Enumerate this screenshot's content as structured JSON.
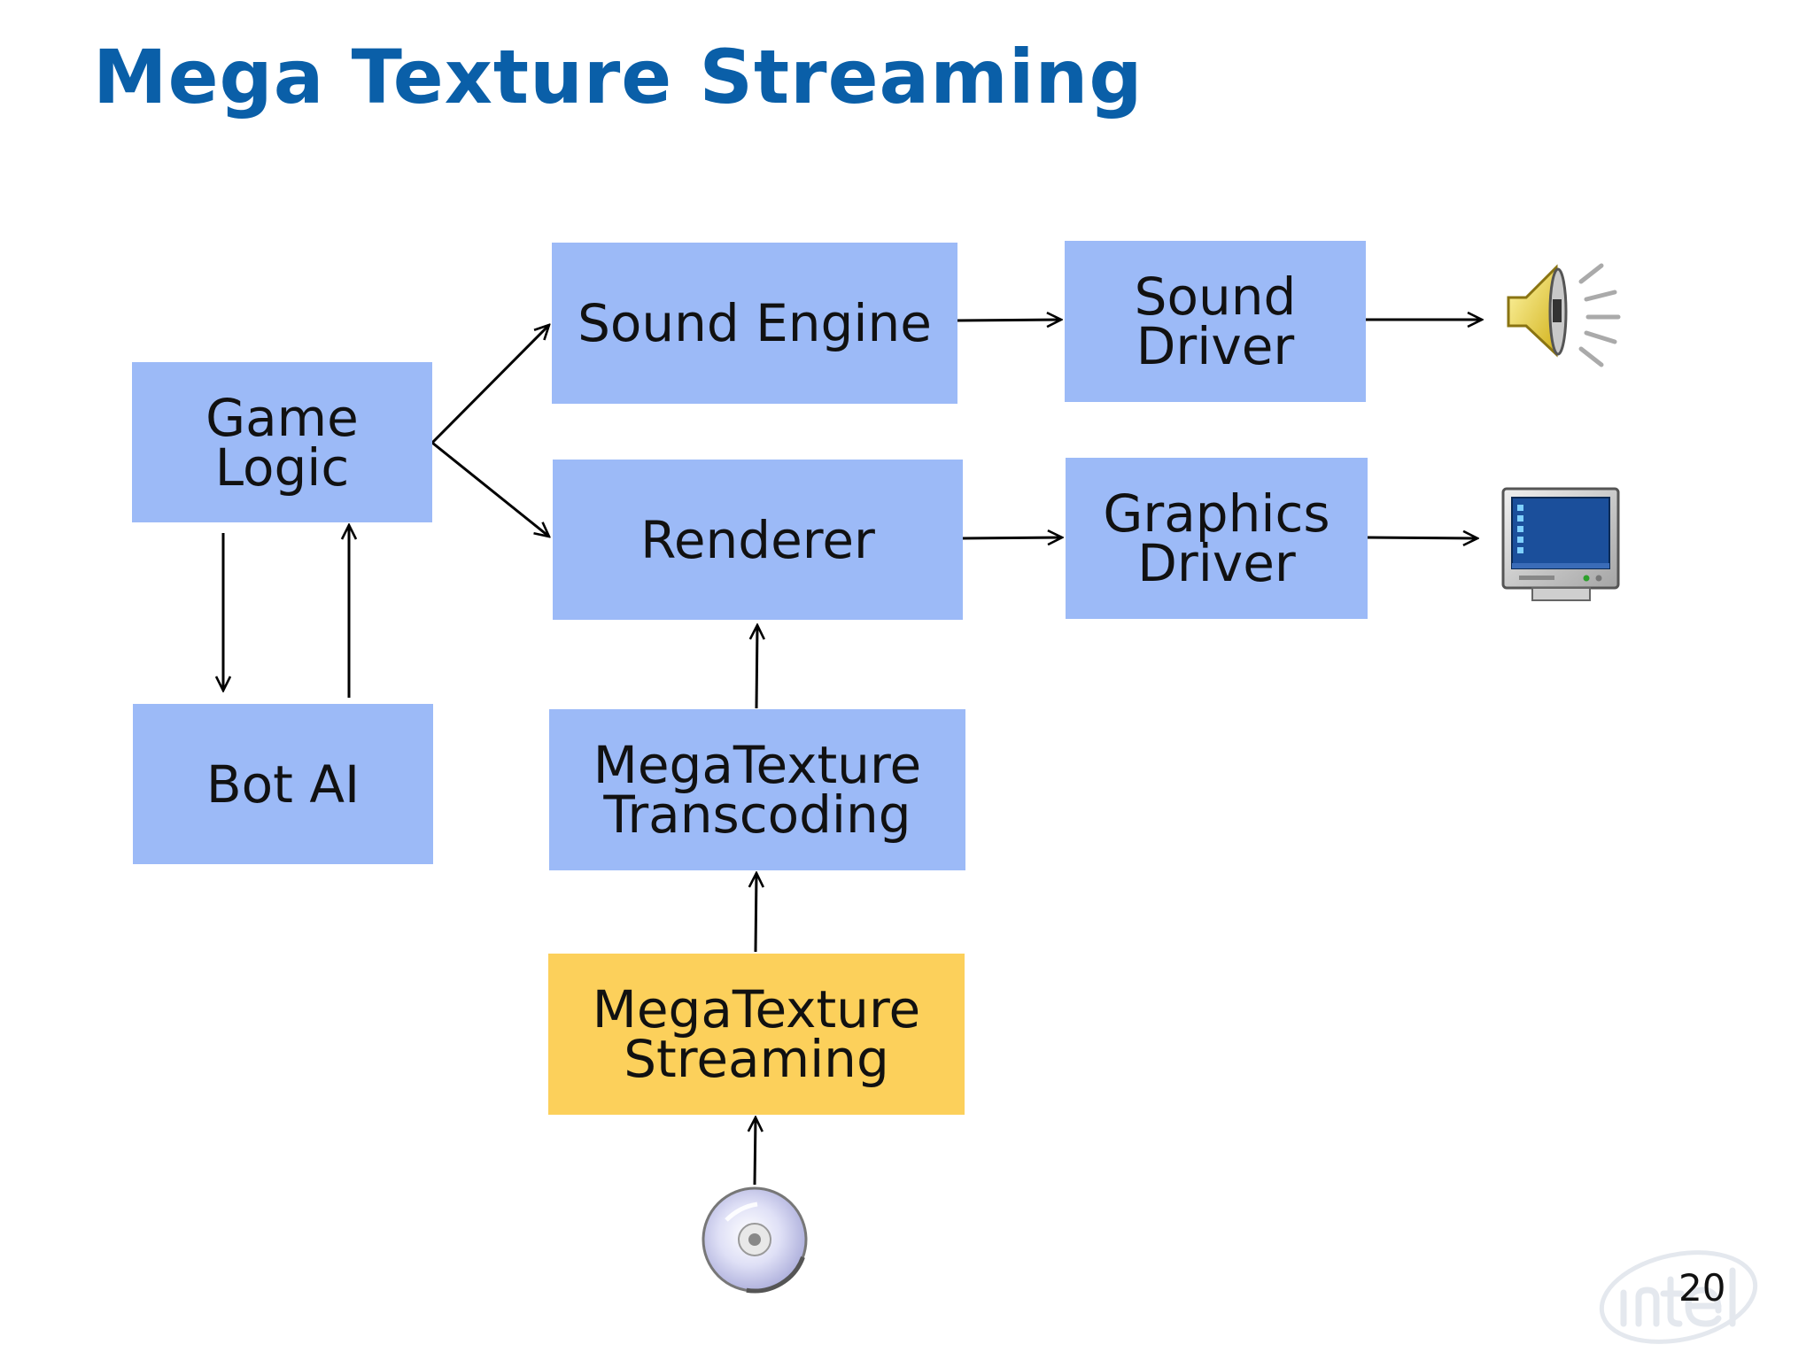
{
  "title": "Mega Texture Streaming",
  "page_number": "20",
  "colors": {
    "title": "#0a5fa8",
    "box_blue": "#9cbaf7",
    "box_gold": "#fcd05b",
    "arrow": "#000000"
  },
  "nodes": {
    "sound_engine": {
      "line1": "Sound Engine"
    },
    "sound_driver": {
      "line1": "Sound",
      "line2": "Driver"
    },
    "game_logic": {
      "line1": "Game",
      "line2": "Logic"
    },
    "renderer": {
      "line1": "Renderer"
    },
    "graphics_driver": {
      "line1": "Graphics",
      "line2": "Driver"
    },
    "bot_ai": {
      "line1": "Bot AI"
    },
    "megatexture_transcoding": {
      "line1": "MegaTexture",
      "line2": "Transcoding"
    },
    "megatexture_streaming": {
      "line1": "MegaTexture",
      "line2": "Streaming"
    }
  },
  "icons": {
    "speaker": "speaker-icon",
    "monitor": "monitor-icon",
    "disc": "disc-icon",
    "logo": "intel-logo-watermark"
  },
  "edges": [
    {
      "from": "game_logic",
      "to": "sound_engine"
    },
    {
      "from": "game_logic",
      "to": "renderer"
    },
    {
      "from": "sound_engine",
      "to": "sound_driver"
    },
    {
      "from": "sound_driver",
      "to": "speaker"
    },
    {
      "from": "renderer",
      "to": "graphics_driver"
    },
    {
      "from": "graphics_driver",
      "to": "monitor"
    },
    {
      "from": "game_logic",
      "to": "bot_ai"
    },
    {
      "from": "bot_ai",
      "to": "game_logic"
    },
    {
      "from": "megatexture_transcoding",
      "to": "renderer"
    },
    {
      "from": "megatexture_streaming",
      "to": "megatexture_transcoding"
    },
    {
      "from": "disc",
      "to": "megatexture_streaming"
    }
  ]
}
